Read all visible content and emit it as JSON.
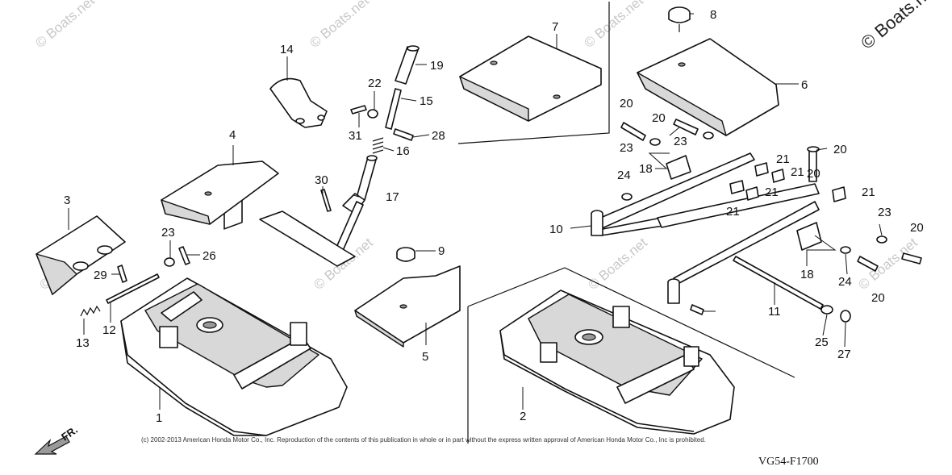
{
  "watermark": {
    "text": "© Boats.net",
    "corner_text": "© Boats.net"
  },
  "copyright": "(c) 2002-2013 American Honda Motor Co., Inc. Reproduction of the contents of this publication in whole or in part without the express written approval of American Honda Motor Co., Inc is prohibited.",
  "diagram_code": "VG54-F1700",
  "direction_label": "FR.",
  "callouts": [
    "1",
    "2",
    "3",
    "4",
    "5",
    "6",
    "7",
    "8",
    "9",
    "10",
    "11",
    "12",
    "13",
    "14",
    "15",
    "16",
    "17",
    "18",
    "18",
    "19",
    "20",
    "20",
    "20",
    "20",
    "20",
    "20",
    "21",
    "21",
    "21",
    "21",
    "21",
    "22",
    "23",
    "23",
    "23",
    "23",
    "24",
    "24",
    "25",
    "26",
    "27",
    "28",
    "29",
    "30",
    "31"
  ]
}
